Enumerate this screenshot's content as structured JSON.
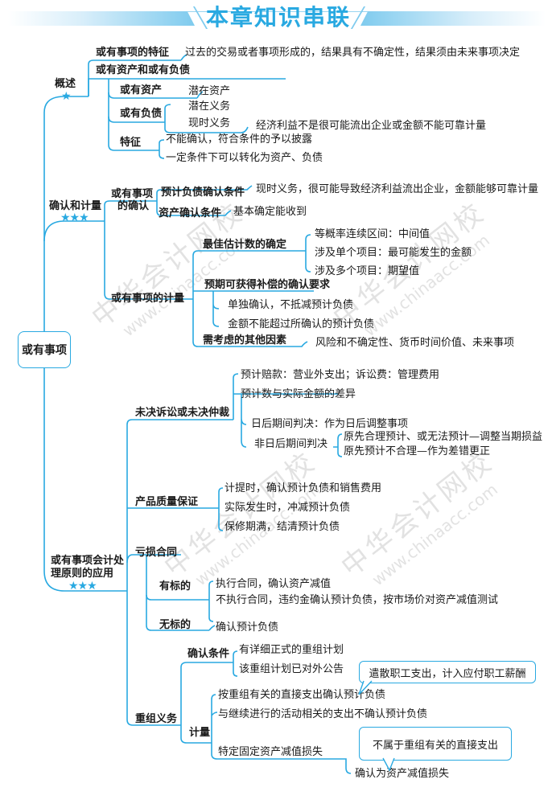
{
  "header": {
    "title": "本章知识串联"
  },
  "root": {
    "label": "或有事项"
  },
  "watermark": {
    "cn": "中华会计网校",
    "en": "www.chinaacc.com"
  },
  "accent_color": "#29a9e1",
  "branches": {
    "overview": {
      "label": "概述",
      "stars": "★",
      "feature": {
        "label": "或有事项的特征",
        "detail": "过去的交易或者事项形成的，结果具有不确定性，结果须由未来事项决定"
      },
      "contingent": {
        "label": "或有资产和或有负债",
        "asset": {
          "label": "或有资产",
          "detail": "潜在资产"
        },
        "liability": {
          "label": "或有负债",
          "items": [
            "潜在义务",
            "现时义务"
          ],
          "present_detail": "经济利益不是很可能流出企业或金额不能可靠计量"
        },
        "traits": {
          "label": "特征",
          "items": [
            "不能确认，符合条件的予以披露",
            "一定条件下可以转化为资产、负债"
          ]
        }
      }
    },
    "recognition": {
      "label": "确认和计量",
      "stars": "★★★",
      "recog": {
        "label_line1": "或有事项",
        "label_line2": "的确认",
        "provision": {
          "label": "预计负债确认条件",
          "detail": "现时义务，很可能导致经济利益流出企业，金额能够可靠计量"
        },
        "asset": {
          "label": "资产确认条件",
          "detail": "基本确定能收到"
        }
      },
      "measure": {
        "label": "或有事项的计量",
        "best": {
          "label": "最佳估计数的确定",
          "items": [
            "等概率连续区间：中间值",
            "涉及单个项目：最可能发生的金额",
            "涉及多个项目：期望值"
          ]
        },
        "reimb": {
          "label": "预期可获得补偿的确认要求",
          "items": [
            "单独确认，不抵减预计负债",
            "金额不能超过所确认的预计负债"
          ]
        },
        "other": {
          "label": "需考虑的其他因素",
          "detail": "风险和不确定性、货币时间价值、未来事项"
        }
      }
    },
    "application": {
      "label_line1": "或有事项会计处",
      "label_line2": "理原则的应用",
      "stars": "★★★",
      "litigation": {
        "label": "未决诉讼或未决仲裁",
        "item1": "预计赔款：营业外支出；诉讼费：管理费用",
        "diff": {
          "label": "预计数与实际金额的差异",
          "post": "日后期间判决：作为日后调整事项",
          "non_post": {
            "label": "非日后期间判决",
            "items": [
              "原先合理预计、或无法预计—调整当期损益",
              "原先预计不合理—作为差错更正"
            ]
          }
        }
      },
      "warranty": {
        "label": "产品质量保证",
        "items": [
          "计提时，确认预计负债和销售费用",
          "实际发生时，冲减预计负债",
          "保修期满，结清预计负债"
        ]
      },
      "onerous": {
        "label": "亏损合同",
        "with_subject": {
          "label": "有标的",
          "items": [
            "执行合同，确认资产减值",
            "不执行合同，违约金确认预计负债，按市场价对资产减值测试"
          ]
        },
        "without_subject": {
          "label": "无标的",
          "detail": "确认预计负债"
        }
      },
      "restructuring": {
        "label": "重组义务",
        "conditions": {
          "label": "确认条件",
          "items": [
            "有详细正式的重组计划",
            "该重组计划已对外公告"
          ]
        },
        "measure": {
          "label": "计量",
          "items": [
            "按重组有关的直接支出确认预计负债",
            "与继续进行的活动相关的支出不确认预计负债",
            "特定固定资产减值损失"
          ],
          "impairment_detail": "确认为资产减值损失",
          "callout1": "遣散职工支出，计入应付职工薪酬",
          "callout2": "不属于重组有关的直接支出"
        }
      }
    }
  }
}
